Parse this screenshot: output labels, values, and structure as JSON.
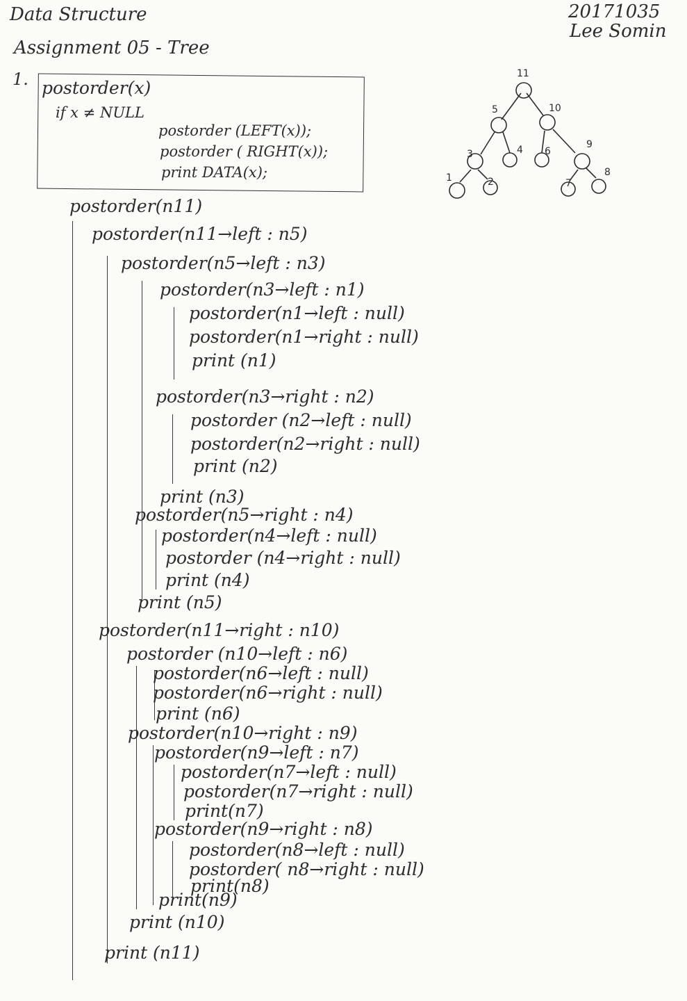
{
  "header": {
    "course": "Data Structure",
    "assignment": "Assignment 05 - Tree",
    "student_id": "20171035",
    "student_name": "Lee Somin"
  },
  "problem_number": "1.",
  "algorithm": {
    "signature": "postorder(x)",
    "condition": "if x ≠ NULL",
    "body": [
      "postorder (LEFT(x));",
      "postorder ( RIGHT(x));",
      "print DATA(x);"
    ]
  },
  "tree": {
    "nodes": [
      "11",
      "5",
      "10",
      "3",
      "4",
      "6",
      "9",
      "1",
      "2",
      "7",
      "8"
    ]
  },
  "trace": [
    "postorder(n11)",
    "postorder(n11→left : n5)",
    "postorder(n5→left : n3)",
    "postorder(n3→left : n1)",
    "postorder(n1→left : null)",
    "postorder(n1→right : null)",
    "print (n1)",
    "postorder(n3→right : n2)",
    "postorder (n2→left : null)",
    "postorder(n2→right : null)",
    "print (n2)",
    "print (n3)",
    "postorder(n5→right : n4)",
    "postorder(n4→left : null)",
    "postorder (n4→right : null)",
    "print (n4)",
    "print (n5)",
    "postorder(n11→right : n10)",
    "postorder (n10→left : n6)",
    "postorder(n6→left : null)",
    "postorder(n6→right : null)",
    "print (n6)",
    "postorder(n10→right : n9)",
    "postorder(n9→left : n7)",
    "postorder(n7→left : null)",
    "postorder(n7→right : null)",
    "print(n7)",
    "postorder(n9→right : n8)",
    "postorder(n8→left : null)",
    "postorder( n8→right : null)",
    "print(n8)",
    "print(n9)",
    "print (n10)",
    "print (n11)"
  ]
}
